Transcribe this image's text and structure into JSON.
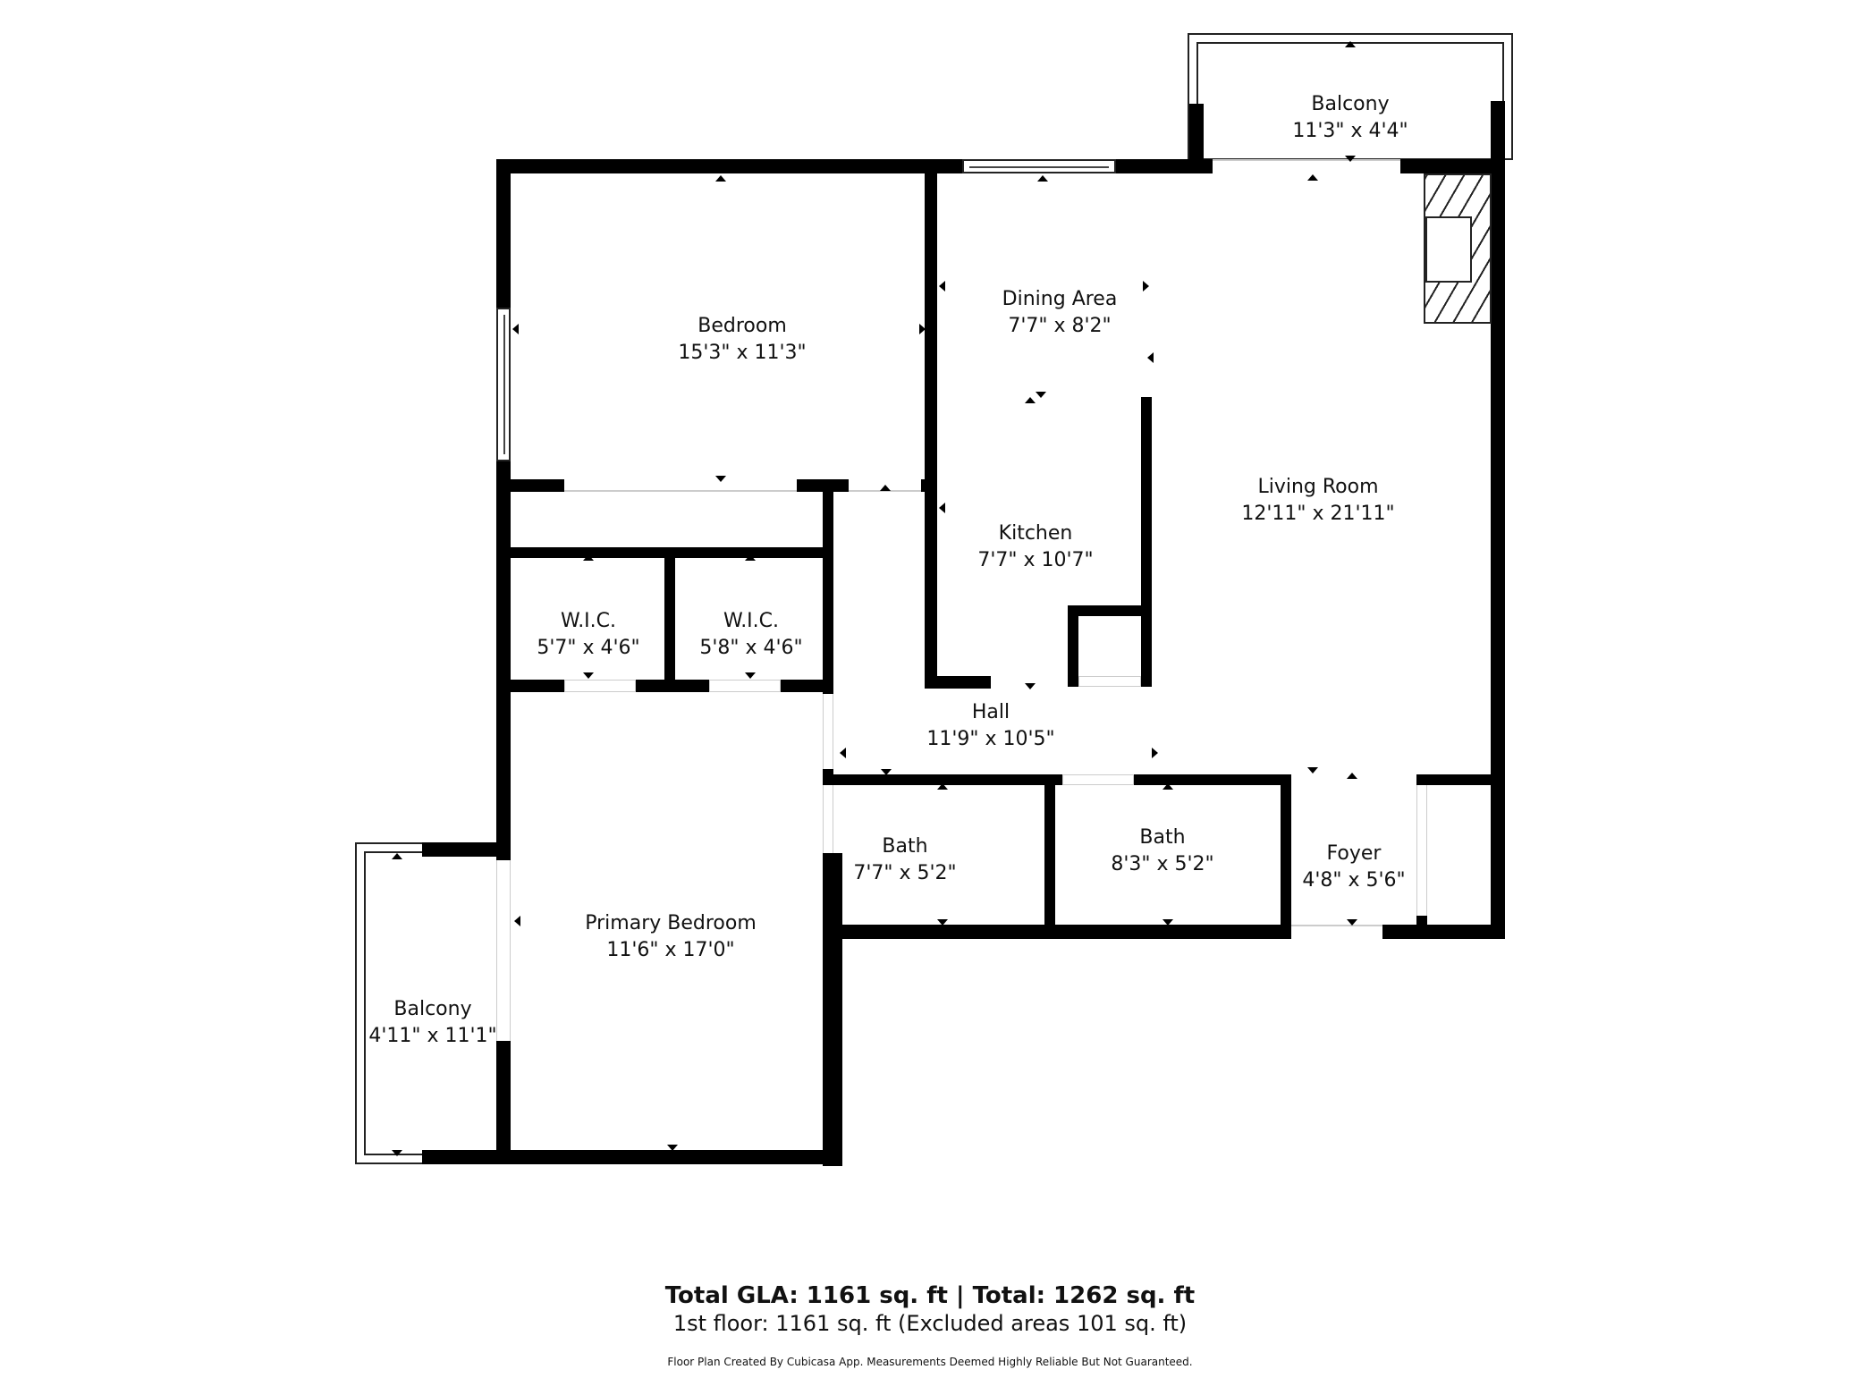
{
  "floor_plan": {
    "rooms": [
      {
        "id": "balcony-top",
        "name": "Balcony",
        "dims": "11'3\" x 4'4\""
      },
      {
        "id": "bedroom",
        "name": "Bedroom",
        "dims": "15'3\" x 11'3\""
      },
      {
        "id": "dining-area",
        "name": "Dining Area",
        "dims": "7'7\" x 8'2\""
      },
      {
        "id": "living-room",
        "name": "Living Room",
        "dims": "12'11\" x 21'11\""
      },
      {
        "id": "kitchen",
        "name": "Kitchen",
        "dims": "7'7\" x 10'7\""
      },
      {
        "id": "wic-1",
        "name": "W.I.C.",
        "dims": "5'7\" x 4'6\""
      },
      {
        "id": "wic-2",
        "name": "W.I.C.",
        "dims": "5'8\" x 4'6\""
      },
      {
        "id": "hall",
        "name": "Hall",
        "dims": "11'9\" x 10'5\""
      },
      {
        "id": "bath-1",
        "name": "Bath",
        "dims": "7'7\" x 5'2\""
      },
      {
        "id": "bath-2",
        "name": "Bath",
        "dims": "8'3\" x 5'2\""
      },
      {
        "id": "foyer",
        "name": "Foyer",
        "dims": "4'8\" x 5'6\""
      },
      {
        "id": "primary-bedroom",
        "name": "Primary Bedroom",
        "dims": "11'6\" x 17'0\""
      },
      {
        "id": "balcony-left",
        "name": "Balcony",
        "dims": "4'11\" x 11'1\""
      }
    ],
    "colors": {
      "wall": "#000000",
      "background": "#ffffff"
    }
  },
  "summary": {
    "totals": "Total GLA: 1161 sq. ft | Total: 1262 sq. ft",
    "floor_line": "1st floor: 1161 sq. ft (Excluded areas 101 sq. ft)",
    "disclaimer": "Floor Plan Created By Cubicasa App. Measurements Deemed Highly Reliable But Not Guaranteed."
  }
}
